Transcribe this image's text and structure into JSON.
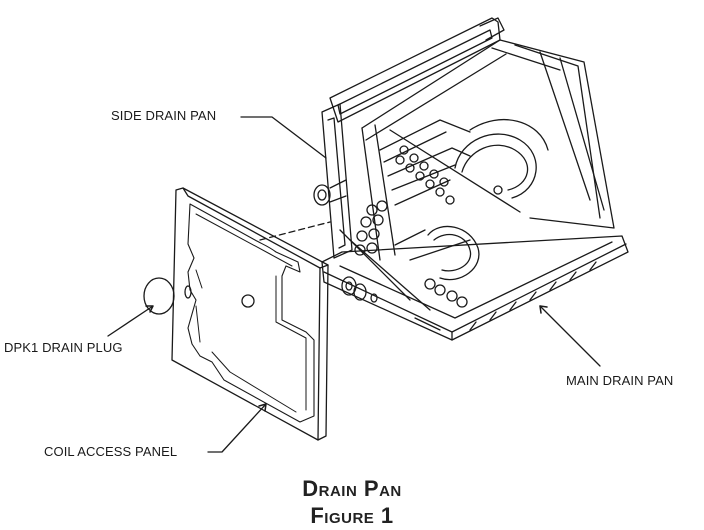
{
  "labels": {
    "side_drain_pan": "SIDE DRAIN PAN",
    "dpk1_drain_plug": "DPK1 DRAIN PLUG",
    "coil_access_panel": "COIL ACCESS PANEL",
    "main_drain_pan": "MAIN DRAIN PAN"
  },
  "caption": {
    "title": "Drain Pan",
    "figure": "Figure 1"
  },
  "colors": {
    "line": "#1a1a1a",
    "background": "#ffffff"
  }
}
